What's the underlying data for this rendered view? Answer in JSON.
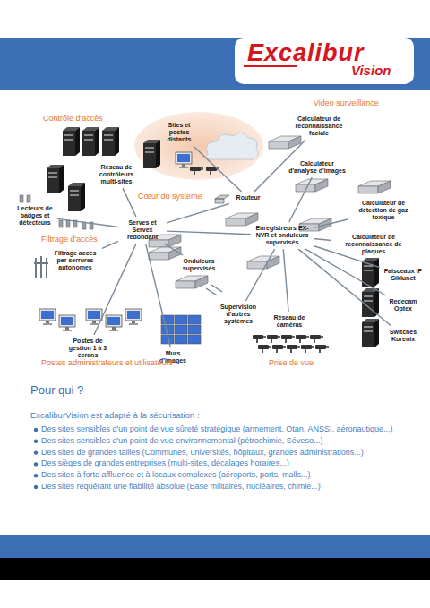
{
  "diagram": {
    "title": "Pour qui ?",
    "nodes": [
      {
        "text": [
          "Sites et postes distants"
        ]
      },
      {
        "text": [
          "Réseau de contrôleurs multi-sites"
        ]
      },
      {
        "text": [
          "Lecteurs de badges et détecteurs"
        ]
      },
      {
        "text": [
          "Filtrage accès par serrures autonomes"
        ]
      },
      {
        "text": [
          "Routeur"
        ]
      },
      {
        "text": [
          "Serves et Servex redondant"
        ]
      },
      {
        "text": [
          "Onduleurs supervisés"
        ]
      },
      {
        "text": [
          "Calculateur de reconnaissance faciale"
        ]
      },
      {
        "text": [
          "Calculateur d'analyse d'images"
        ]
      },
      {
        "text": [
          "Calculateur de détection de gaz toxique"
        ]
      },
      {
        "text": [
          "Calculateur de reconnaissance de plaques"
        ]
      },
      {
        "text": [
          "Enregistreurs EX-NVR et onduleurs supervisés"
        ]
      },
      {
        "text": [
          "Faisceaux IP Siklunet"
        ]
      },
      {
        "text": [
          "Redecam Optex"
        ]
      },
      {
        "text": [
          "Switches Korenix"
        ]
      },
      {
        "text": [
          "Supervision d'autres systèmes"
        ]
      },
      {
        "text": [
          "Postes de gestion 1 à 3 écrans"
        ]
      },
      {
        "text": [
          "Murs d'images"
        ]
      },
      {
        "text": [
          "Réseau de caméras"
        ]
      }
    ],
    "edges": [
      {
        "from": 5,
        "to": 1,
        "arrow": "none"
      },
      {
        "from": 5,
        "to": 2,
        "arrow": "none"
      },
      {
        "from": 5,
        "to": 3,
        "arrow": "none"
      },
      {
        "from": 5,
        "to": 4,
        "arrow": "none"
      },
      {
        "from": 4,
        "to": 0,
        "arrow": "none"
      },
      {
        "from": 5,
        "to": 6,
        "arrow": "none"
      },
      {
        "from": 5,
        "to": 11,
        "arrow": "none"
      },
      {
        "from": 5,
        "to": 16,
        "arrow": "none"
      },
      {
        "from": 5,
        "to": 17,
        "arrow": "none"
      },
      {
        "from": 11,
        "to": 15,
        "arrow": "none"
      },
      {
        "from": 4,
        "to": 7,
        "arrow": "none"
      },
      {
        "from": 11,
        "to": 8,
        "arrow": "none"
      },
      {
        "from": 11,
        "to": 9,
        "arrow": "none"
      },
      {
        "from": 11,
        "to": 10,
        "arrow": "none"
      },
      {
        "from": 11,
        "to": 12,
        "arrow": "none"
      },
      {
        "from": 11,
        "to": 13,
        "arrow": "none"
      },
      {
        "from": 11,
        "to": 14,
        "arrow": "none"
      },
      {
        "from": 11,
        "to": 18,
        "arrow": "none"
      }
    ],
    "labels": [
      "Excalibur",
      "Vision",
      "Contrôle d'accès",
      "Video surveillance",
      "Cœur du système",
      "Filtrage d'accès",
      "Postes administrateurs et utilisateurs",
      "Prise de vue",
      "ExcaliburVision est adapté à la sécurisation :",
      "Des sites sensibles d'un point de vue sûreté stratégique (armement, Otan, ANSSI, aéronautique...)",
      "Des sites sensibles d'un point de vue environnemental (pétrochimie, Séveso...)",
      "Des sites de grandes tailles (Communes, universités, hôpitaux, grandes administrations...)",
      "Des sièges de grandes entreprises (multi-sites, décalages horaires...)",
      "Des sites à forte affluence et à locaux complexes (aéroports, ports, malls...)",
      "Des sites requérant une fiabilité absolue (Base militaires, nucléaires, chimie...)"
    ]
  }
}
